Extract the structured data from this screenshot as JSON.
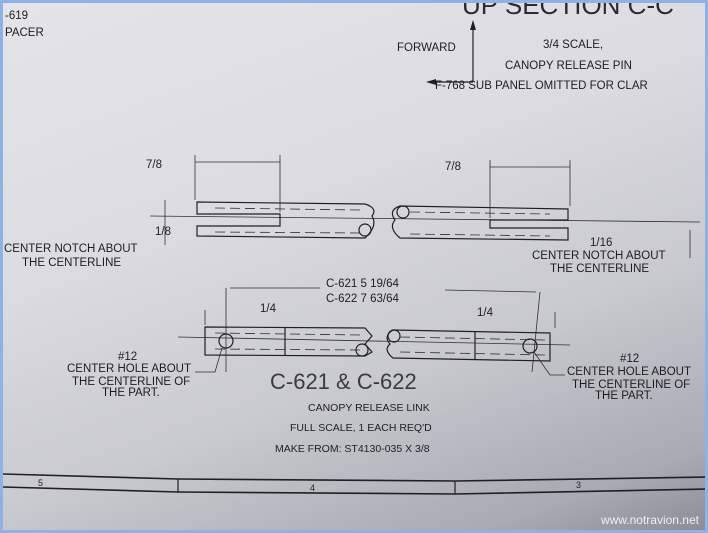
{
  "corner": {
    "part_number": "-619",
    "part_name": "PACER"
  },
  "section": {
    "title": "UP SECTION C-C",
    "direction_label": "FORWARD",
    "scale": "3/4 SCALE,",
    "subtitle": "CANOPY RELEASE PIN",
    "note": "F-768 SUB PANEL OMITTED FOR CLAR"
  },
  "pin": {
    "dim_left": "7/8",
    "dim_right": "7/8",
    "notch_left": {
      "size": "1/8",
      "line1": "CENTER NOTCH ABOUT",
      "line2": "THE CENTERLINE"
    },
    "notch_right": {
      "size": "1/16",
      "line1": "CENTER NOTCH ABOUT",
      "line2": "THE CENTERLINE"
    }
  },
  "link": {
    "length_c621": "C-621 5 19/64",
    "length_c622": "C-622 7 63/64",
    "offset_left": "1/4",
    "offset_right": "1/4",
    "hole_left": {
      "size": "#12",
      "line1": "CENTER HOLE ABOUT",
      "line2": "THE CENTERLINE OF",
      "line3": "THE PART."
    },
    "hole_right": {
      "size": "#12",
      "line1": "CENTER HOLE ABOUT",
      "line2": "THE CENTERLINE OF",
      "line3": "THE PART."
    },
    "title": "C-621 & C-622",
    "name": "CANOPY RELEASE LINK",
    "scale": "FULL SCALE, 1 EACH REQ'D",
    "material": "MAKE FROM: ST4130-035 X 3/8"
  },
  "border_zones": [
    "5",
    "4",
    "3"
  ],
  "watermark": "www.notravion.net"
}
